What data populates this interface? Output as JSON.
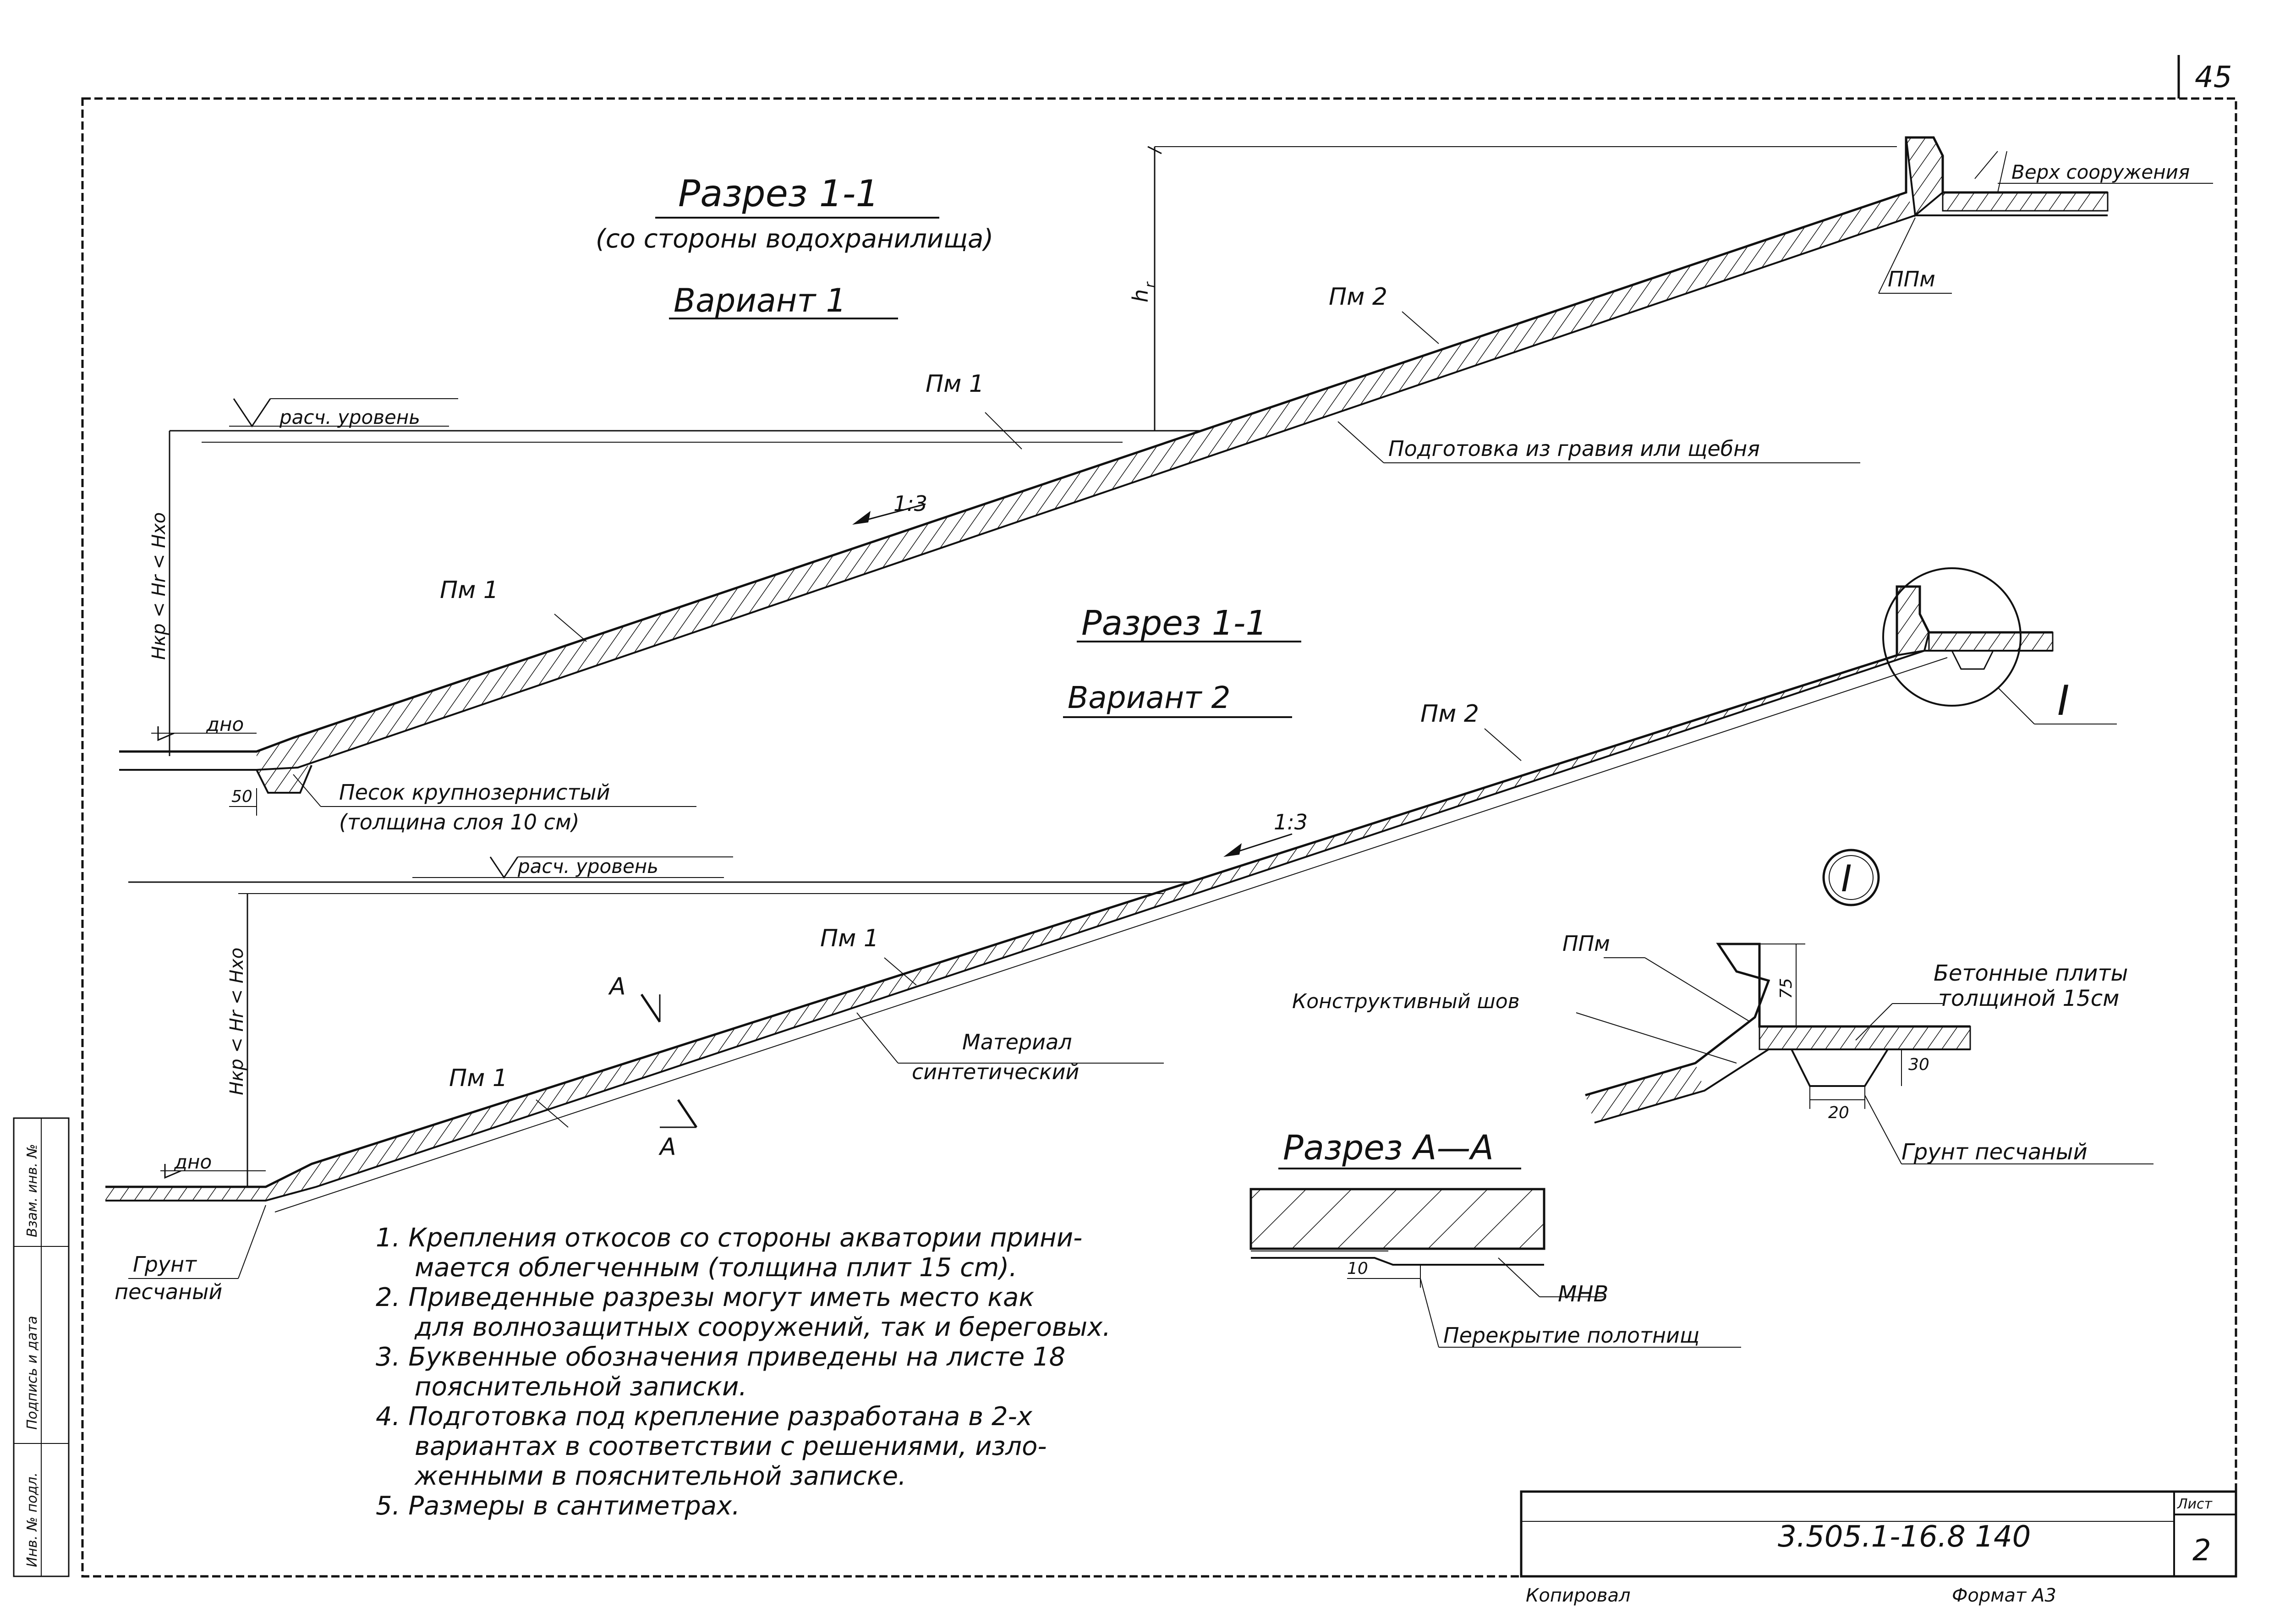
{
  "sheet": {
    "page_number": "45",
    "doc_code": "3.505.1-16.8 140",
    "sheet_label": "Лист",
    "sheet_number": "2",
    "copied_by": "Копировал",
    "format": "Формат А3",
    "side_stamp": [
      "Инв. № подл.",
      "Подпись и дата",
      "Взам. инв. №"
    ]
  },
  "section1": {
    "title": "Разрез 1-1",
    "subtitle": "(со стороны водохранилища)",
    "variant": "Вариант 1",
    "labels": {
      "calc_level": "расч. уровень",
      "bottom": "дно",
      "height_h": "h",
      "height_h_sub": "r",
      "depth": "Hкр < Hr < Hxo",
      "slope": "1:3",
      "pm1_upper": "Пм 1",
      "pm1_lower": "Пм 1",
      "pm2": "Пм 2",
      "ppm": "ППм",
      "top": "Верх сооружения",
      "prep": "Подготовка из гравия или щебня",
      "dim_50": "50",
      "sand_1": "Песок крупнозернистый",
      "sand_2": "(толщина слоя 10 см)"
    }
  },
  "section2": {
    "title": "Разрез 1-1",
    "variant": "Вариант 2",
    "labels": {
      "calc_level": "расч. уровень",
      "bottom": "дно",
      "depth": "Hкр < Hr < Hxo",
      "slope": "1:3",
      "pm1_mid": "Пм 1",
      "pm1_low": "Пм 1",
      "pm2": "Пм 2",
      "cut_a_top": "А",
      "cut_a_bottom": "А",
      "material_1": "Материал",
      "material_2": "синтетический",
      "node_ref": "I",
      "soil_1": "Грунт",
      "soil_2": "песчаный"
    }
  },
  "detail_I": {
    "marker": "I",
    "ppm": "ППм",
    "joint": "Конструктивный шов",
    "plates_1": "Бетонные плиты",
    "plates_2": "толщиной 15см",
    "dim_75": "75",
    "dim_30": "30",
    "dim_20": "20",
    "soil": "Грунт песчаный"
  },
  "section_aa": {
    "title": "Разрез А—А",
    "mnv": "МНВ",
    "dim_10": "10",
    "overlap": "Перекрытие полотнищ"
  },
  "notes": [
    "1. Крепления откосов со стороны акватории прини-",
    "мается облегченным (толщина плит 15 cm).",
    "2. Приведенные разрезы могут иметь место как",
    "для волнозащитных сооружений, так и береговых.",
    "3. Буквенные обозначения приведены на листе 18",
    "пояснительной записки.",
    "4. Подготовка под крепление разработана в 2-х",
    "вариантах в соответствии с решениями, изло-",
    "женными в пояснительной записке.",
    "5. Размеры в сантиметрах."
  ]
}
